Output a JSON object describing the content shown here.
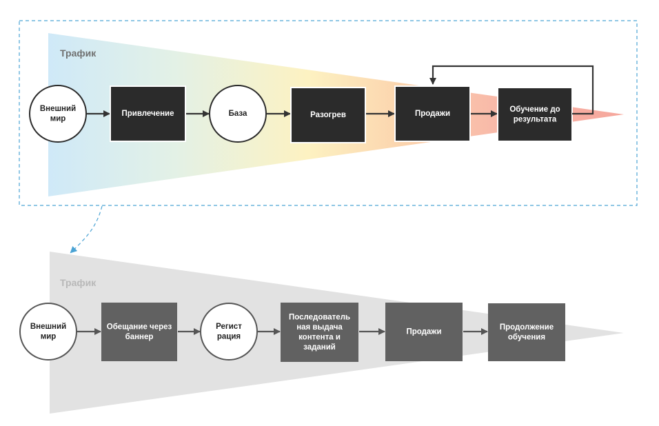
{
  "top_funnel": {
    "label": "Трафик",
    "nodes": [
      {
        "id": "t1",
        "shape": "circle",
        "lines": [
          "Внешний",
          "мир"
        ]
      },
      {
        "id": "t2",
        "shape": "rect",
        "lines": [
          "Привлечение"
        ]
      },
      {
        "id": "t3",
        "shape": "circle",
        "lines": [
          "База"
        ]
      },
      {
        "id": "t4",
        "shape": "rect",
        "lines": [
          "Разогрев"
        ]
      },
      {
        "id": "t5",
        "shape": "rect",
        "lines": [
          "Продажи"
        ]
      },
      {
        "id": "t6",
        "shape": "rect",
        "lines": [
          "Обучение до",
          "результата"
        ]
      }
    ]
  },
  "bottom_funnel": {
    "label": "Трафик",
    "nodes": [
      {
        "id": "b1",
        "shape": "circle",
        "lines": [
          "Внешний",
          "мир"
        ]
      },
      {
        "id": "b2",
        "shape": "rect",
        "lines": [
          "Обещание через",
          "баннер"
        ]
      },
      {
        "id": "b3",
        "shape": "circle",
        "lines": [
          "Регист",
          "рация"
        ]
      },
      {
        "id": "b4",
        "shape": "rect",
        "lines": [
          "Последователь",
          "ная выдача",
          "контента и",
          "заданий"
        ]
      },
      {
        "id": "b5",
        "shape": "rect",
        "lines": [
          "Продажи"
        ]
      },
      {
        "id": "b6",
        "shape": "rect",
        "lines": [
          "Продолжение",
          "обучения"
        ]
      }
    ]
  },
  "colors": {
    "top_node_fill": "#2b2b2b",
    "bottom_node_fill": "#616161",
    "bottom_funnel_fill": "#e2e2e2",
    "arrow": "#333333",
    "bottom_arrow": "#555555",
    "dashed_frame": "#4aa3d4"
  }
}
